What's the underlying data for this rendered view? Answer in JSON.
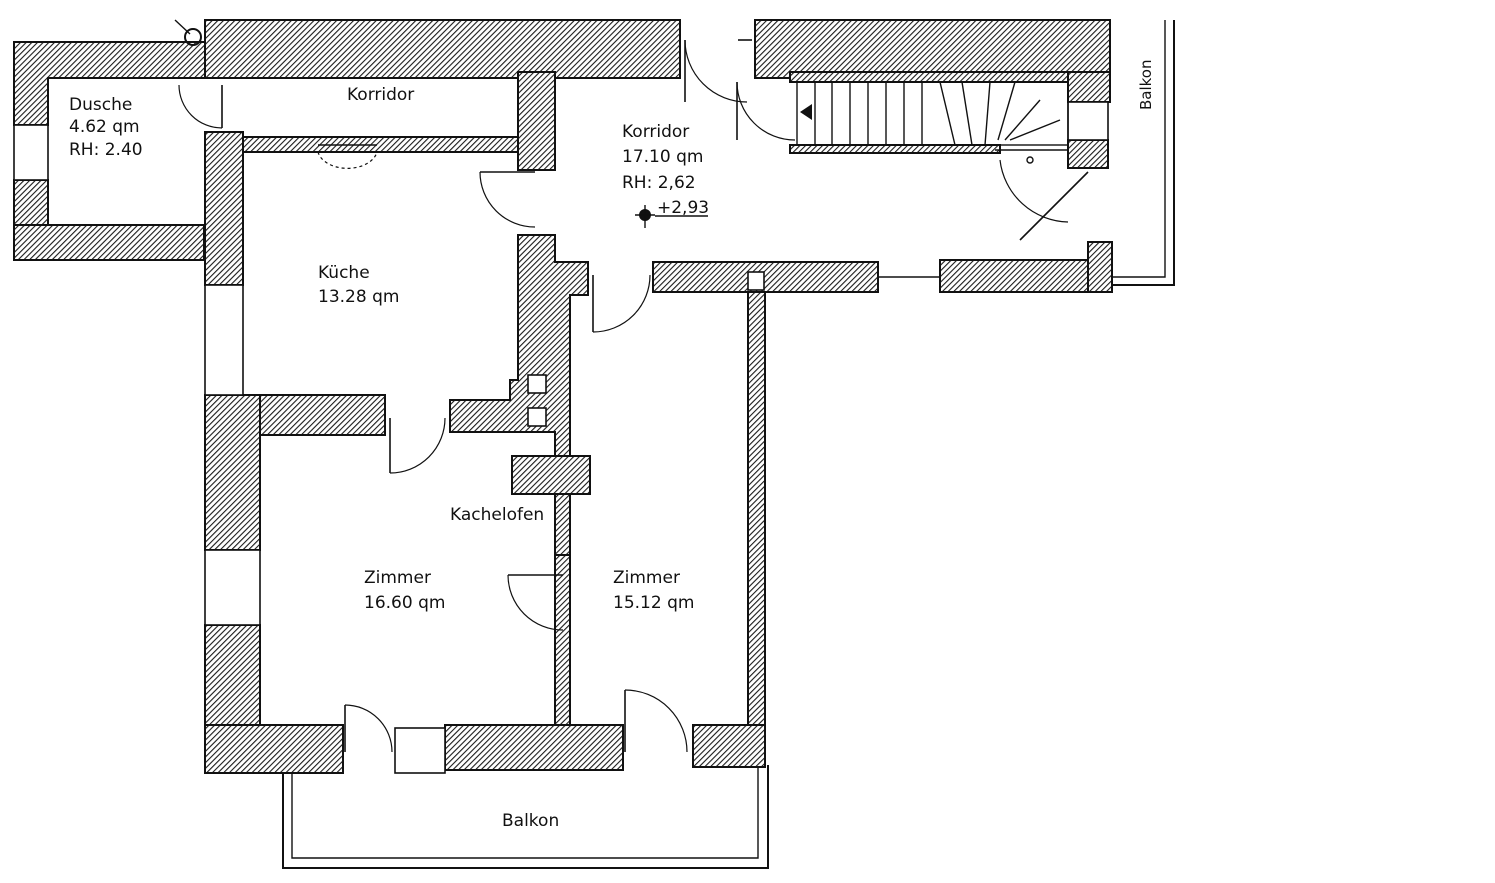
{
  "rooms": {
    "dusche": {
      "name": "Dusche",
      "area": "4.62 qm",
      "height": "RH: 2.40"
    },
    "korridor_west": {
      "name": "Korridor"
    },
    "korridor_main": {
      "name": "Korridor",
      "area": "17.10 qm",
      "height": "RH: 2,62",
      "level": "+2,93"
    },
    "kueche": {
      "name": "Küche",
      "area": "13.28 qm"
    },
    "zimmer_west": {
      "name": "Zimmer",
      "area": "16.60 qm"
    },
    "zimmer_east": {
      "name": "Zimmer",
      "area": "15.12 qm"
    }
  },
  "features": {
    "kachelofen": "Kachelofen",
    "balkon_south": "Balkon",
    "balkon_east": "Balkon"
  }
}
